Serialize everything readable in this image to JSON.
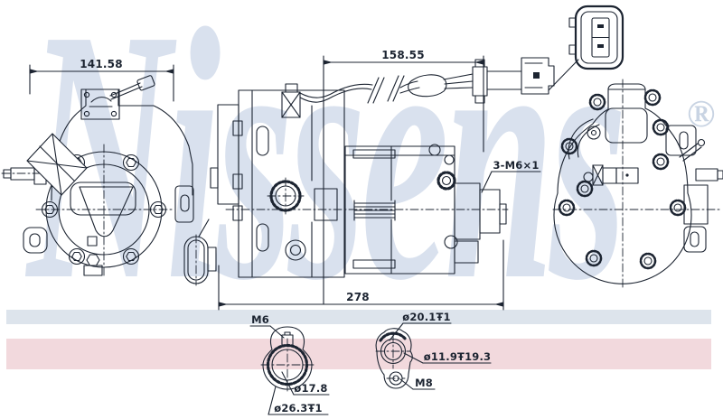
{
  "watermark": {
    "name": "Nissens",
    "reg": "®"
  },
  "colors": {
    "line": "#1c2431",
    "watermark": "#d9e1ee",
    "registered_mark": "#c9d4e3",
    "band_blue": "#dde4ec",
    "band_pink": "#f2d9dd",
    "background": "#ffffff"
  },
  "dimensions": {
    "front_width": "141.58",
    "harness_length": "158.55",
    "overall_length": "278",
    "mount_thread": "3-M6×1"
  },
  "ports": {
    "suction": {
      "stud_thread": "M6",
      "bore_diameter": "ø17.8",
      "flange_diameter": "ø26.3Ŧ1"
    },
    "discharge": {
      "flange_diameter": "ø20.1Ŧ1",
      "bore_depth": "ø11.9Ŧ19.3",
      "stud_thread": "M8"
    }
  }
}
